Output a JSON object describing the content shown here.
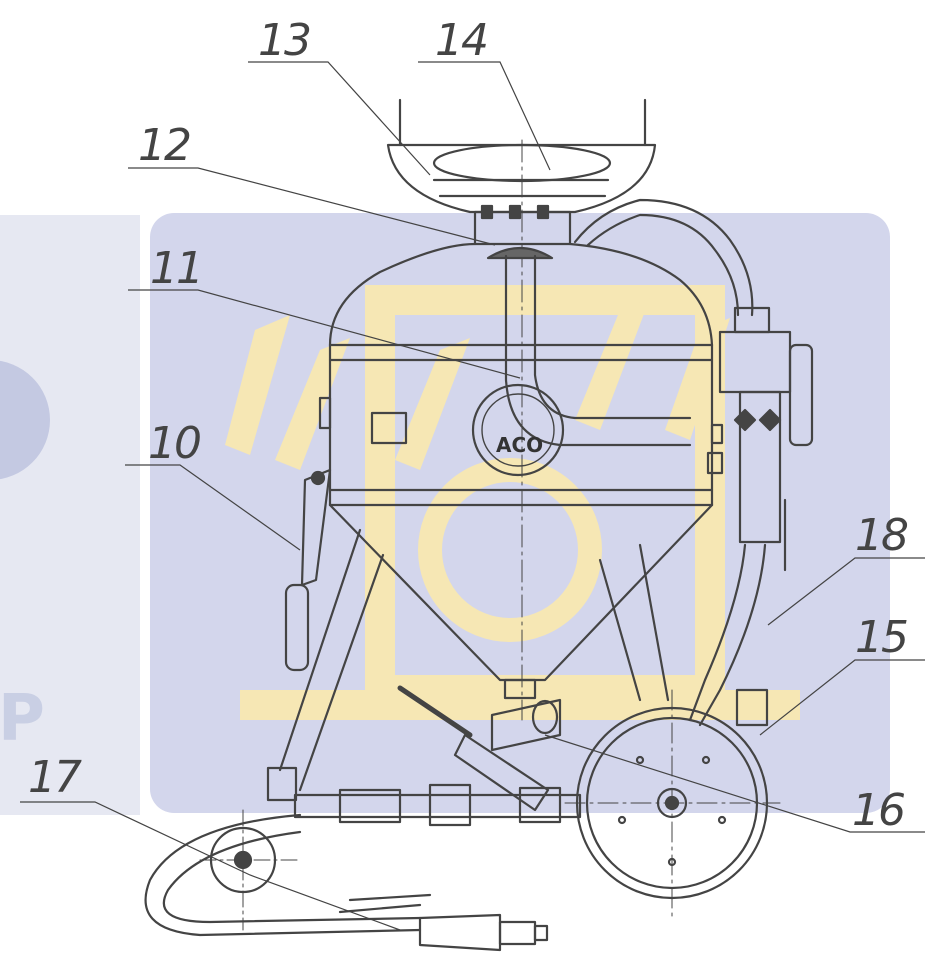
{
  "watermark": {
    "letter": "P",
    "bg_color": "#d3d6ec",
    "emblem_color": "#f6e7b4"
  },
  "nameplate": {
    "text": "АСО"
  },
  "callouts": [
    {
      "id": "c13",
      "label": "13"
    },
    {
      "id": "c14",
      "label": "14"
    },
    {
      "id": "c12",
      "label": "12"
    },
    {
      "id": "c11",
      "label": "11"
    },
    {
      "id": "c10",
      "label": "10"
    },
    {
      "id": "c18",
      "label": "18"
    },
    {
      "id": "c15",
      "label": "15"
    },
    {
      "id": "c17",
      "label": "17"
    },
    {
      "id": "c16",
      "label": "16"
    }
  ],
  "colors": {
    "line": "#444444",
    "hatch": "#555555"
  }
}
